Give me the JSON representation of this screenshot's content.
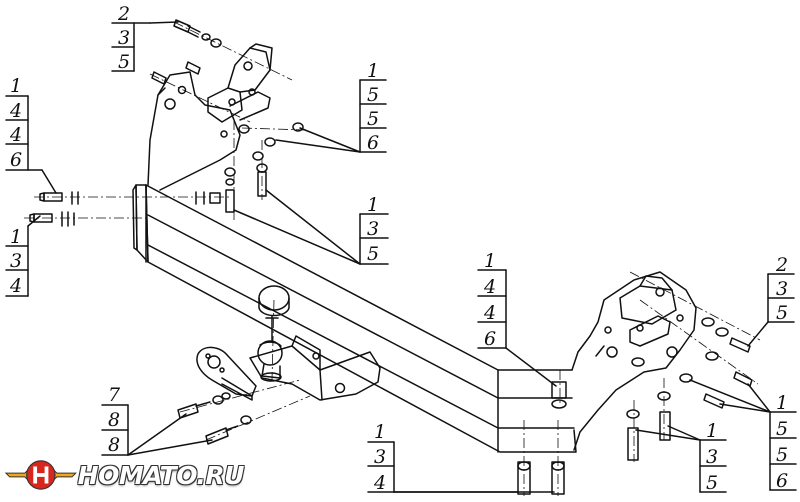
{
  "callouts": {
    "top_left_bolts": [
      "2",
      "3",
      "5"
    ],
    "upper_right_bracket": [
      "1",
      "5",
      "5",
      "6"
    ],
    "left_flange_upper": [
      "1",
      "4",
      "4",
      "6"
    ],
    "left_flange_lower": [
      "1",
      "3",
      "4"
    ],
    "center_bolts": [
      "1",
      "3",
      "5"
    ],
    "right_nut": [
      "1",
      "4",
      "4",
      "6"
    ],
    "right_top_bolts": [
      "2",
      "3",
      "5"
    ],
    "ball_mount_bolts": [
      "7",
      "8",
      "8"
    ],
    "bottom_center_bolts": [
      "1",
      "3",
      "4"
    ],
    "lower_right_bolts": [
      "1",
      "3",
      "5"
    ],
    "right_side_bolts": [
      "1",
      "5",
      "5",
      "6"
    ]
  },
  "logo": {
    "text": "HOMATO.RU",
    "colors": {
      "red": "#d7261e",
      "gold": "#f0a81c",
      "dark": "#333333"
    }
  },
  "colors": {
    "ink": "#111111",
    "background": "#ffffff"
  }
}
